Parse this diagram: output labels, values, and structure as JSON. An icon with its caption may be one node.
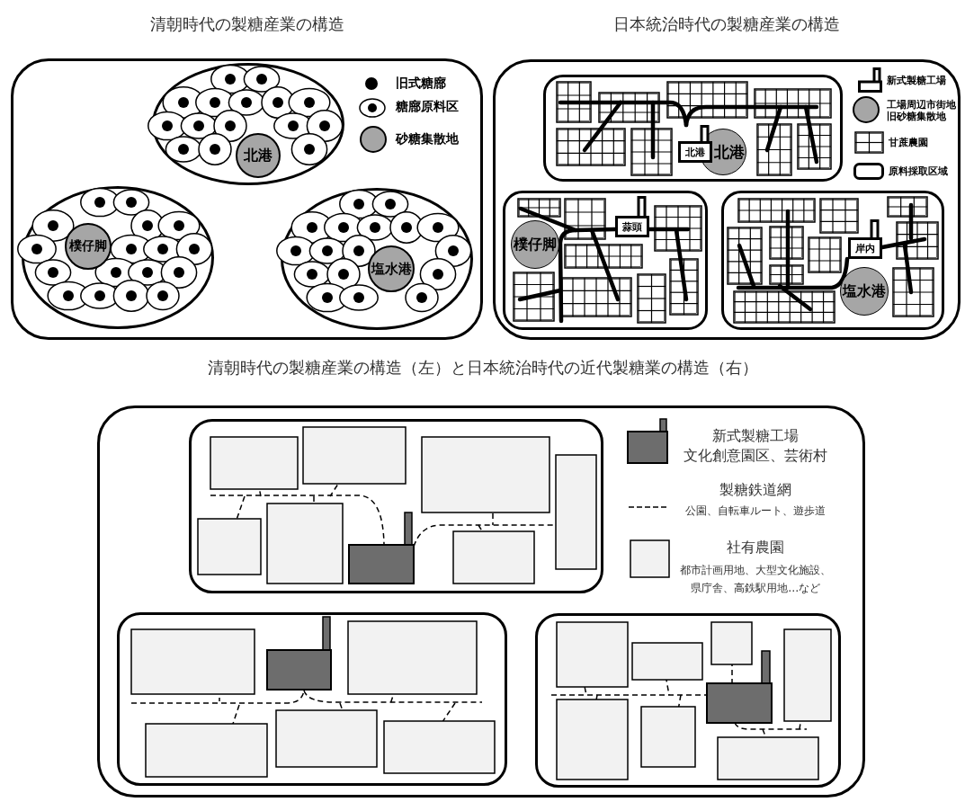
{
  "diagram": {
    "nodes": [
      {
        "text": [
          "清朝時代の製糖産業の構造"
        ]
      },
      {
        "text": [],
        "shape": "ellipse",
        "in": 0
      },
      {
        "text": [
          "北港"
        ],
        "in": 1
      },
      {
        "text": [],
        "shape": "ellipse",
        "in": 0
      },
      {
        "text": [
          "樸仔脚"
        ],
        "in": 3
      },
      {
        "text": [],
        "shape": "ellipse",
        "in": 0
      },
      {
        "text": [
          "塩水港"
        ],
        "in": 5
      },
      {
        "text": [
          "日本統治時代の製糖産業の構造"
        ]
      },
      {
        "text": [],
        "shape": "box",
        "in": 7
      },
      {
        "text": [
          "北港"
        ],
        "in": 8
      },
      {
        "text": [
          "北港"
        ],
        "in": 8
      },
      {
        "text": [],
        "shape": "box",
        "in": 7
      },
      {
        "text": [
          "蒜頭"
        ],
        "in": 11
      },
      {
        "text": [
          "樸仔脚"
        ],
        "in": 11
      },
      {
        "text": [],
        "shape": "box",
        "in": 7
      },
      {
        "text": [
          "岸内"
        ],
        "in": 14
      },
      {
        "text": [
          "塩水港"
        ],
        "in": 14
      },
      {
        "text": [],
        "shape": "box"
      },
      {
        "text": [],
        "shape": "box",
        "in": 17
      },
      {
        "text": [],
        "shape": "box",
        "in": 17
      },
      {
        "text": [],
        "shape": "box",
        "in": 17
      }
    ],
    "labels": [
      "清朝時代の製糖産業の構造（左）と日本統治時代の近代製糖業の構造（右）",
      "文化創意園区、芸術村",
      "公園、自転車ルート、遊歩道",
      "都市計画用地、大型文化施設、県庁舎、高鉄駅用地…など"
    ],
    "legend": [
      {
        "text": "旧式糖廍"
      },
      {
        "text": "糖廍原料区"
      },
      {
        "text": "砂糖集散地",
        "color": "#a6a6a6"
      },
      {
        "text": "新式製糖工場"
      },
      {
        "text": "工場周辺市街地旧砂糖集散地",
        "color": "#a6a6a6"
      },
      {
        "text": "甘蔗農園"
      },
      {
        "text": "原料採取区域"
      },
      {
        "text": "新式製糖工場"
      },
      {
        "text": "製糖鉄道網"
      },
      {
        "text": "社有農園"
      }
    ]
  }
}
